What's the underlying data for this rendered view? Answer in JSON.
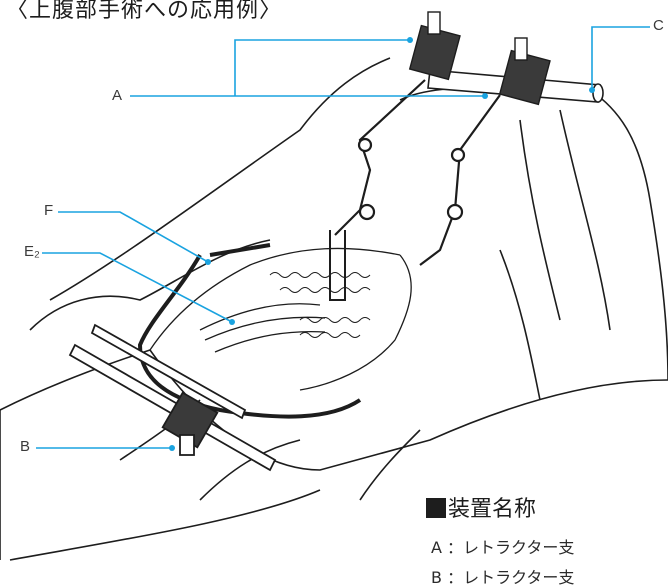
{
  "title": "〈上腹部手術への応用例〉",
  "labels": {
    "a": "A",
    "b": "B",
    "c": "C",
    "e2": "E₂",
    "f": "F"
  },
  "legend": {
    "heading": "装置名称",
    "items": [
      {
        "text": "A ：レトラクター支"
      },
      {
        "text": "B ：レトラクター支"
      }
    ]
  },
  "colors": {
    "leader_line": "#1aa3e0",
    "ink": "#1d1d1d"
  }
}
